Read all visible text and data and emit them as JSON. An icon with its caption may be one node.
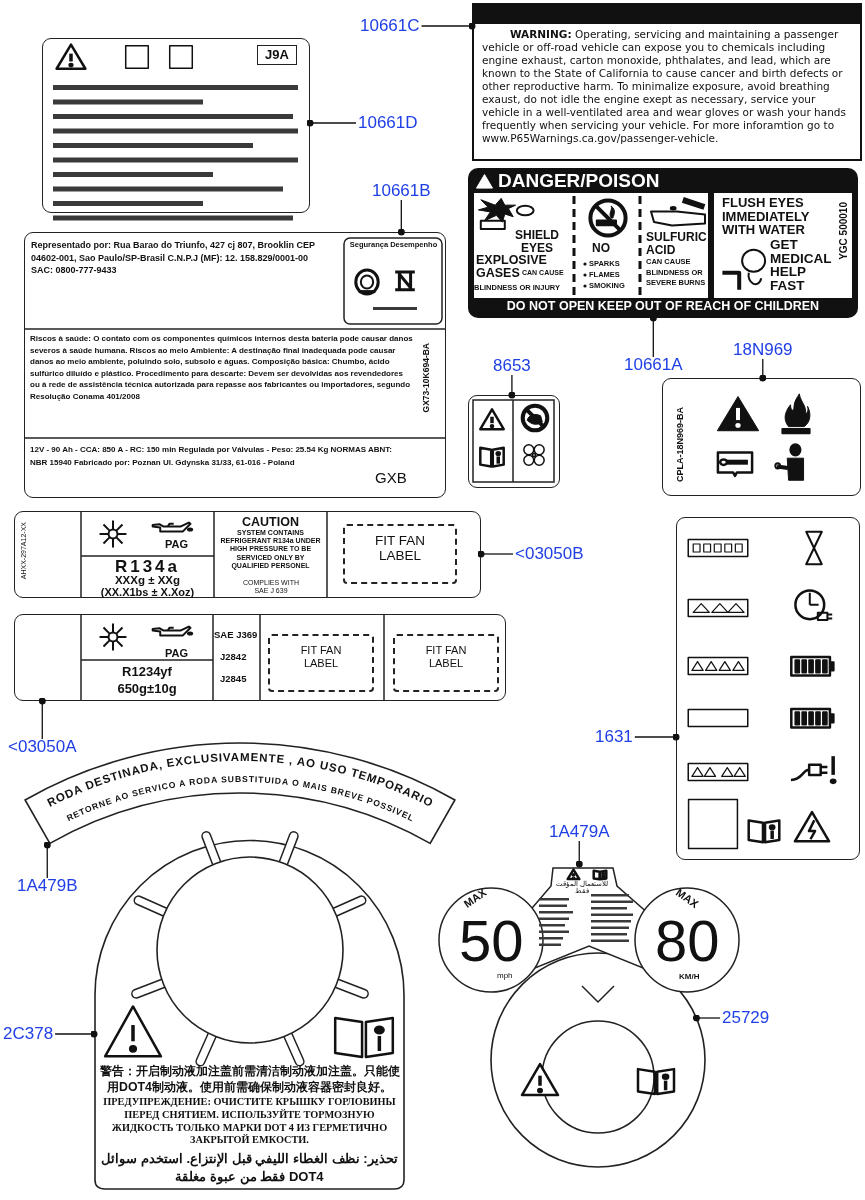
{
  "diagram": {
    "nodes": [
      {
        "text": [
          "J9A"
        ]
      },
      {
        "text": [
          "10661D"
        ]
      },
      {
        "text": [
          "**WARNING:** Operating, servicing and maintaining a passenger vehicle or off-road vehicle can expose you to chemicals including engine exhaust, carton monoxide, phthalates, and lead, which are known to the State of California to cause cancer and birth defects or other reproductive harm. To minimalize exposure, avoid breathing exaust, do not idle the engine exept as necessary, service your vehicle in a well-ventilated area and wear gloves or wash your hands frequently when servicing your vehicle. For more inforamtion go to www.P65Warnings.ca.gov/passenger-vehicle."
        ]
      },
      {
        "text": [
          "10661C"
        ]
      },
      {
        "text": [
          "10661B"
        ]
      },
      {
        "text": [
          "Representado por: Rua Barao do Triunfo, 427 cj 807, Brooklin CEP 04602-001, Sao Paulo/SP-Brasil C.N.P.J (MF): 12. 158.829/0001-00 SAC: 0800-777-9433",
          "Segurança Desempenho",
          "Riscos à saúde: O contato com os componentes químicos internos desta bateria pode causar danos severos à saúde humana. Riscos ao meio Ambiente: A destinação final inadequada pode causar danos ao meio ambiente, poluindo solo, subsolo e águas. Composição básica: Chumbo, ácido sulfúrico diluído e plástico. Procedimento para descarte: Devem ser devolvidas aos revendedores ou à rede de assistência técnica autorizada para repasse aos fabricantes ou importadores, segundo Resolução Conama 401/2008",
          "GX73-10K694-BA",
          "12V - 90 Ah - CCA: 850 A - RC: 150 min Regulada por Válvulas - Peso: 25.54 Kg NORMAS ABNT: NBR 15940 Fabricado por: Poznan Ul. Gdynska 31/33, 61-016 - Poland",
          "GXB"
        ]
      },
      {
        "text": [
          "DANGER/POISON",
          "SHIELD EYES",
          "EXPLOSIVE GASES",
          "CAN CAUSE",
          "BLINDNESS OR INJURY",
          "NO",
          "SPARKS",
          "FLAMES",
          "SMOKING",
          "SULFURIC ACID",
          "CAN CAUSE BLINDNESS OR SEVERE BURNS",
          "FLUSH EYES IMMEDIATELY WITH WATER",
          "GET MEDICAL HELP FAST",
          "YGC 500010",
          "DO NOT OPEN KEEP OUT OF REACH OF CHILDREN"
        ]
      },
      {
        "text": [
          "10661A"
        ]
      },
      {
        "text": [
          "8653"
        ]
      },
      {
        "text": [],
        "shape": "box"
      },
      {
        "text": [
          "18N969"
        ]
      },
      {
        "text": [
          "CPLA-18N969-BA"
        ]
      },
      {
        "text": [
          "AHXX-297A12-XX",
          "PAG",
          "R134a",
          "XXXg ± XXg",
          "(XX.X1bs ± X.Xoz)",
          "CAUTION",
          "SYSTEM CONTAINS REFRIGERANT R134a UNDER HIGH PRESSURE TO BE SERVICED ONLY BY QUALIFIED PERSONEL",
          "COMPLIES WITH SAE J 639"
        ]
      },
      {
        "text": [
          "FIT FAN LABEL"
        ],
        "in": 12
      },
      {
        "text": [
          "<03050B"
        ]
      },
      {
        "text": [
          "PAG",
          "R1234yf",
          "650g±10g",
          "SAE J369",
          "J2842",
          "J2845"
        ]
      },
      {
        "text": [
          "FIT FAN LABEL"
        ],
        "in": 15
      },
      {
        "text": [
          "FIT FAN LABEL"
        ],
        "in": 15
      },
      {
        "text": [
          "<03050A"
        ]
      },
      {
        "text": [],
        "shape": "box"
      },
      {
        "text": [
          "1631"
        ]
      },
      {
        "text": [
          "RODA DESTINADA, EXCLUSIVAMENTE , AO USO TEMPORARIO",
          "RETORNE AO SERVICO A RODA SUBSTITUIDA O MAIS BREVE POSSIVEL"
        ]
      },
      {
        "text": [
          "1A479B"
        ]
      },
      {
        "text": [
          "警告：开启制动液加注盖前需清洁制动液加注盖。只能使用DOT4制动液。使用前需确保制动液容器密封良好。",
          "ПРЕДУПРЕЖДЕНИЕ: ОЧИСТИТЕ КРЫШКУ ГОРЛОВИНЫ ПЕРЕД СНЯТИЕМ. ИСПОЛЬЗУЙТЕ ТОРМОЗНУЮ ЖИДКОСТЬ ТОЛЬКО МАРКИ DOT 4 ИЗ ГЕРМЕТИЧНО ЗАКРЫТОЙ ЕМКОСТИ.",
          "تحذير: نظف الغطاء الليفي قبل الإنتزاع. استخدم سوائل DOT4 فقط من عبوة مغلقة"
        ]
      },
      {
        "text": [
          "2C378"
        ]
      },
      {
        "text": [
          "1A479A"
        ]
      },
      {
        "text": [
          "للاستعمال المؤقت فقط",
          "MAX",
          "50",
          "mph",
          "MAX",
          "80",
          "KM/H"
        ]
      },
      {
        "text": [],
        "shape": "circle"
      },
      {
        "text": [
          "25729"
        ]
      }
    ],
    "edges": [
      {
        "from": 1,
        "to": 0,
        "arrow": "other"
      },
      {
        "from": 3,
        "to": 2,
        "arrow": "other"
      },
      {
        "from": 4,
        "to": 5,
        "arrow": "other"
      },
      {
        "from": 7,
        "to": 6,
        "arrow": "other"
      },
      {
        "from": 8,
        "to": 9,
        "arrow": "other"
      },
      {
        "from": 10,
        "to": 11,
        "arrow": "other"
      },
      {
        "from": 14,
        "to": 12,
        "arrow": "other"
      },
      {
        "from": 18,
        "to": 15,
        "arrow": "other"
      },
      {
        "from": 20,
        "to": 19,
        "arrow": "other"
      },
      {
        "from": 22,
        "to": 21,
        "arrow": "other"
      },
      {
        "from": 24,
        "to": 23,
        "arrow": "other"
      },
      {
        "from": 25,
        "to": 26,
        "arrow": "other"
      },
      {
        "from": 28,
        "to": 27,
        "arrow": "other"
      }
    ]
  }
}
